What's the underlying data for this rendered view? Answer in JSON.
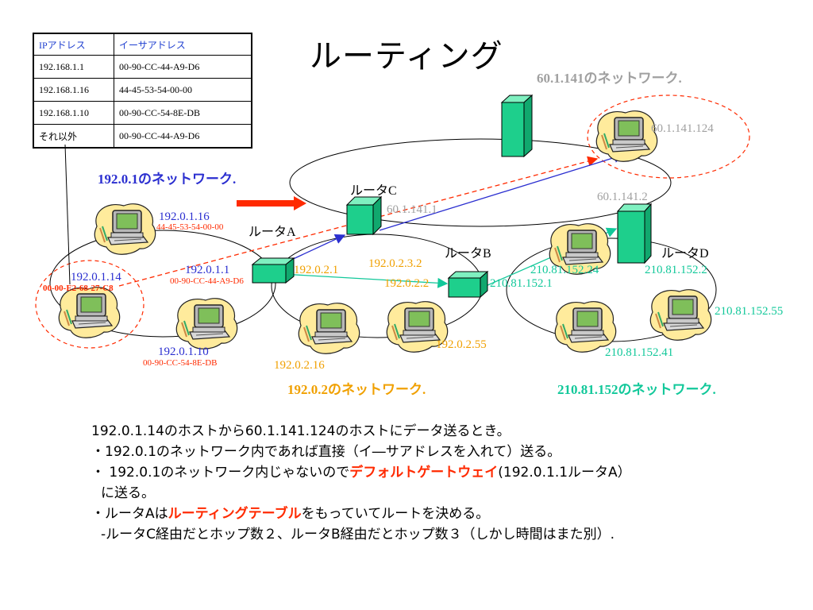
{
  "title": "ルーティング",
  "arp_table": {
    "headers": [
      "IPアドレス",
      "イーサアドレス"
    ],
    "rows": [
      [
        "192.168.1.1",
        "00-90-CC-44-A9-D6"
      ],
      [
        "192.168.1.16",
        "44-45-53-54-00-00"
      ],
      [
        "192.168.1.10",
        "00-90-CC-54-8E-DB"
      ],
      [
        "それ以外",
        "00-90-CC-44-A9-D6"
      ]
    ]
  },
  "networks": {
    "n192_0_1": "192.0.1のネットワーク.",
    "n192_0_2": "192.0.2のネットワーク.",
    "n210": "210.81.152のネットワーク.",
    "n60": "60.1.141のネットワーク."
  },
  "routers": {
    "a": "ルータA",
    "b": "ルータB",
    "c": "ルータC",
    "d": "ルータD"
  },
  "addresses": {
    "host16_ip": "192.0.1.16",
    "host16_mac": "44-45-53-54-00-00",
    "host14_ip": "192.0.1.14",
    "host14_mac": "00-00-E2-68-27-C8",
    "host10_ip": "192.0.1.10",
    "host10_mac": "00-90-CC-54-8E-DB",
    "ra_if1_ip": "192.0.1.1",
    "ra_if1_mac": "00-90-CC-44-A9-D6",
    "ra_if2": "192.0.2.1",
    "rc_if1": "60.1.141.1",
    "rc_if2": "192.0.2.3.2",
    "rb_if1": "192.0.2.2",
    "rb_if2": "210.81.152.1",
    "host_2_16": "192.0.2.16",
    "host_2_55": "192.0.2.55",
    "host_210_24": "210.81.152.24",
    "host_210_41": "210.81.152.41",
    "host_210_55": "210.81.152.55",
    "rd_if1": "210.81.152.2",
    "rd_if2": "60.1.141.2",
    "host_60_124": "60.1.141.124"
  },
  "explanation": {
    "line1": "192.0.1.14のホストから60.1.141.124のホストにデータ送るとき。",
    "line2": "・192.0.1のネットワーク内であれば直接（イ―サアドレスを入れて）送る。",
    "line3_pre": "・ 192.0.1のネットワーク内じゃないので",
    "line3_red": "デフォルトゲートウェイ",
    "line3_post": "(192.0.1.1ルータA）",
    "line4": "に送る。",
    "line5_pre": "・ルータAは",
    "line5_red": "ルーティングテーブル",
    "line5_post": "をもっていてルートを決める。",
    "line6": "-ルータC経由だとホップ数２、ルータB経由だとホップ数３（しかし時間はまた別）."
  },
  "colors": {
    "blue": "#2b2fd0",
    "orange": "#f0a000",
    "teal": "#12c89a",
    "gray": "#a0a0a0",
    "red": "#ff2a00",
    "router_green": "#1ecf8c"
  }
}
